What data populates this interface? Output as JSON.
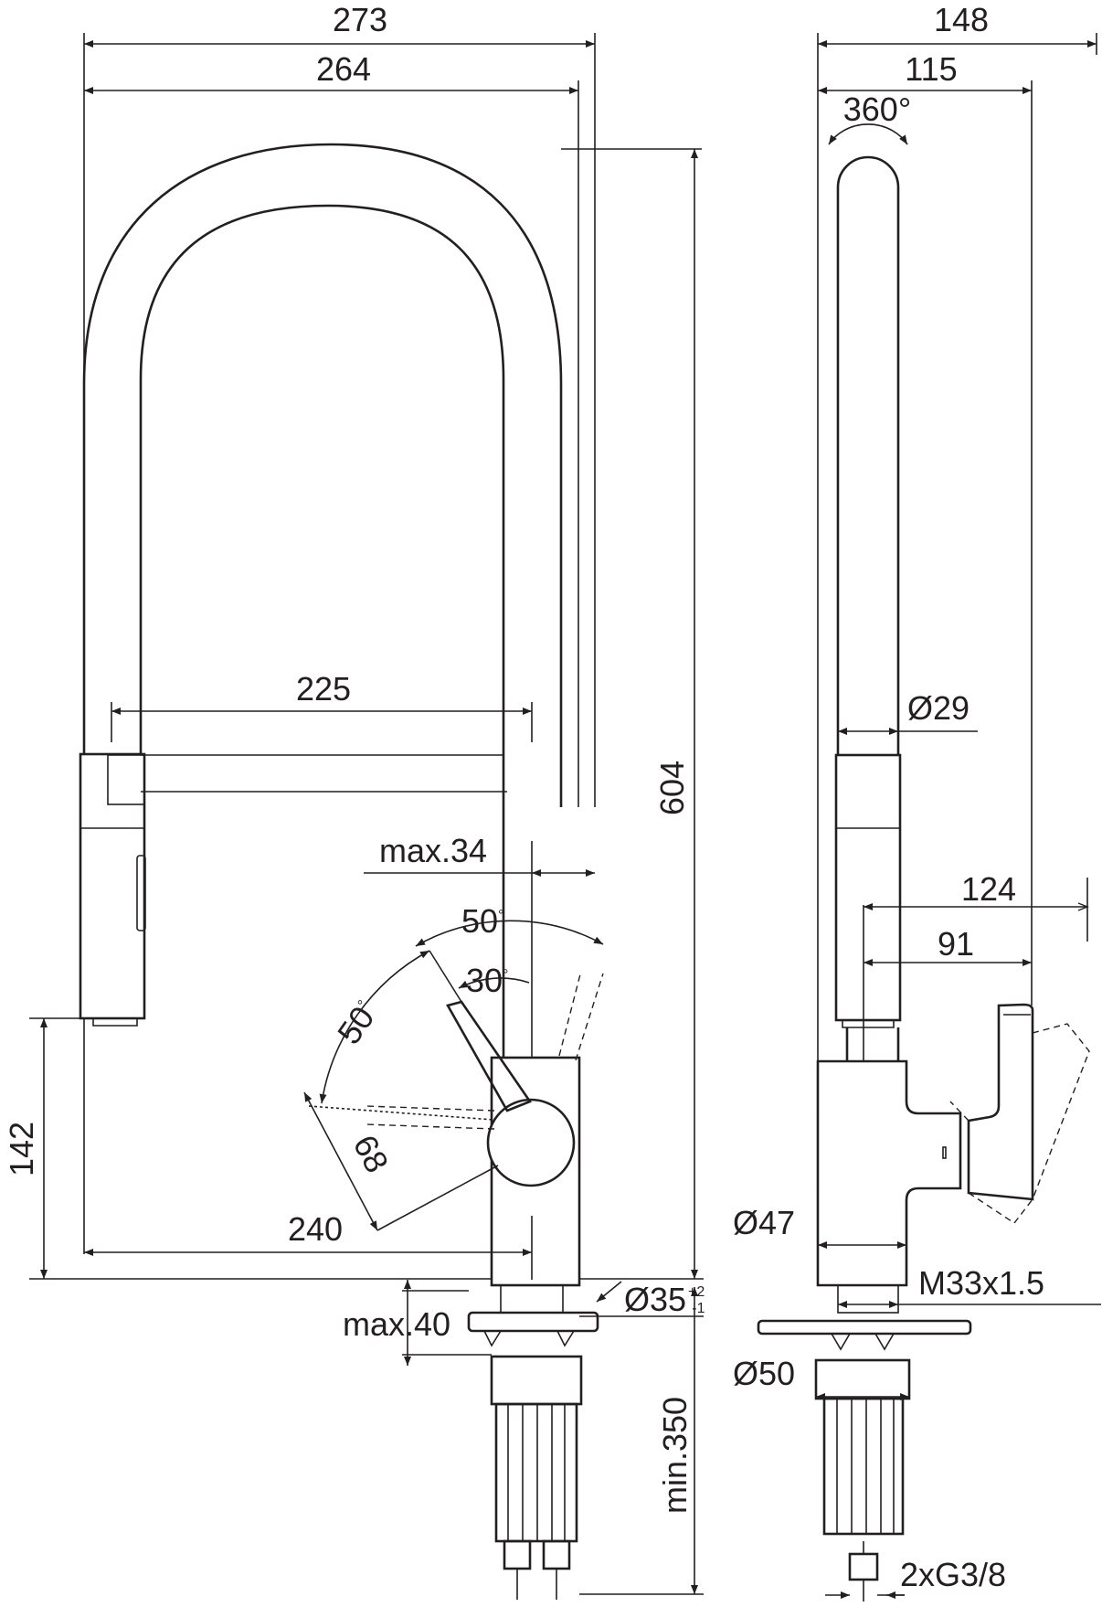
{
  "front_view": {
    "overall_width": "273",
    "spout_width": "264",
    "hose_span": "225",
    "total_height": "604",
    "lever_max_travel": "max.34",
    "angle_forward": "50",
    "angle_back_upper": "30",
    "angle_back_lower": "50",
    "lever_swing_radius": "68",
    "spout_reach": "240",
    "outlet_height": "142",
    "base_diameter": "Ø35",
    "base_tol_plus": "+2",
    "base_tol_minus": "-1",
    "max_deck_thickness": "max.40",
    "min_supply_length": "min.350",
    "degree_symbol": "°"
  },
  "side_view": {
    "overall_depth": "148",
    "spout_depth": "115",
    "swivel_angle": "360°",
    "spout_diameter": "Ø29",
    "lever_reach": "124",
    "lever_offset": "91",
    "body_diameter": "Ø47",
    "thread_size": "M33x1.5",
    "flange_diameter": "Ø50",
    "connection_thread": "2xG3/8"
  }
}
